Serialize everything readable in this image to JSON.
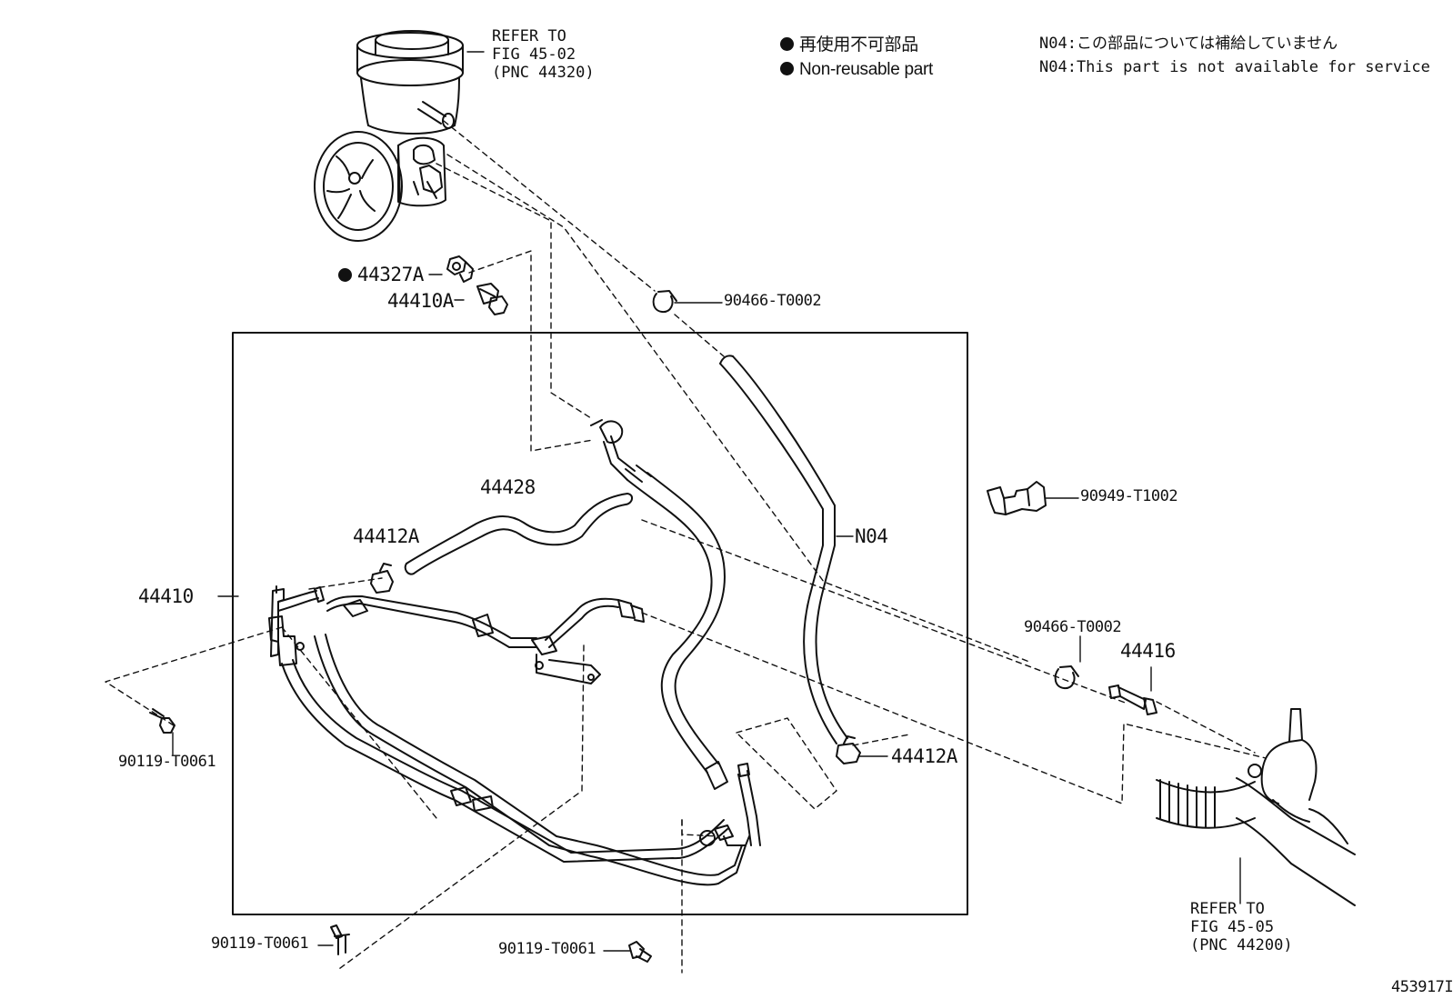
{
  "refs": {
    "pump": {
      "line1": "REFER TO",
      "line2": "FIG 45-02",
      "line3": "(PNC 44320)"
    },
    "gear": {
      "line1": "REFER TO",
      "line2": "FIG 45-05",
      "line3": "(PNC 44200)"
    }
  },
  "legend": {
    "jp": "再使用不可部品",
    "en": "Non-reusable part"
  },
  "note": {
    "jp": "N04:この部品については補給していません",
    "en": "N04:This part is not available for service"
  },
  "parts": {
    "p44327A": "44327A",
    "p44410A": "44410A",
    "p90466_top": "90466-T0002",
    "p90949": "90949-T1002",
    "p44428": "44428",
    "p44412A_top": "44412A",
    "pN04": "N04",
    "p44410": "44410",
    "p90466_right": "90466-T0002",
    "p44416": "44416",
    "p44412A_right": "44412A",
    "p90119_left": "90119-T0061",
    "p90119_bottom_left": "90119-T0061",
    "p90119_bottom_mid": "90119-T0061"
  },
  "figure_id": "453917I",
  "colors": {
    "ink": "#111111",
    "background": "#ffffff"
  }
}
